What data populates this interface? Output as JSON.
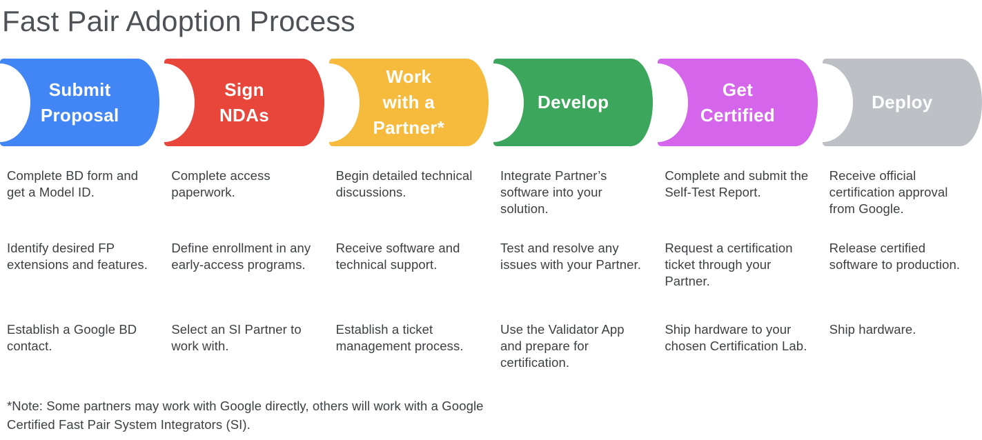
{
  "title": "Fast Pair Adoption Process",
  "footnote": "*Note: Some partners may work with Google directly, others will work with a Google Certified Fast Pair System Integrators (SI).",
  "stages": [
    {
      "id": "submit-proposal",
      "label": "Submit Proposal",
      "label_lines": [
        "Submit",
        "Proposal"
      ],
      "color": "#4285F4",
      "notes": [
        "Complete BD form and get a Model ID.",
        "Identify desired FP extensions and features.",
        "Establish a Google BD contact."
      ]
    },
    {
      "id": "sign-ndas",
      "label": "Sign NDAs",
      "label_lines": [
        "Sign",
        "NDAs"
      ],
      "color": "#E8463B",
      "notes": [
        "Complete access paperwork.",
        "Define enrollment in any early-access programs.",
        "Select an SI Partner to work with."
      ]
    },
    {
      "id": "work-with-a-partner",
      "label": "Work with a Partner*",
      "label_lines": [
        "Work",
        "with a",
        "Partner*"
      ],
      "color": "#F6BA3C",
      "notes": [
        "Begin detailed technical discussions.",
        "Receive software and technical support.",
        "Establish a ticket management process."
      ]
    },
    {
      "id": "develop",
      "label": "Develop",
      "label_lines": [
        "Develop"
      ],
      "color": "#3CA75C",
      "notes": [
        "Integrate Partner’s software into your solution.",
        "Test and resolve any issues with your Partner.",
        "Use the Validator App and prepare for certification."
      ]
    },
    {
      "id": "get-certified",
      "label": "Get Certified",
      "label_lines": [
        "Get",
        "Certified"
      ],
      "color": "#D566EB",
      "notes": [
        "Complete and submit the Self-Test Report.",
        "Request a certification ticket through your Partner.",
        "Ship hardware to your chosen Certification Lab."
      ]
    },
    {
      "id": "deploy",
      "label": "Deploy",
      "label_lines": [
        "Deploy"
      ],
      "color": "#BDC1C6",
      "notes": [
        "Receive official certification approval from Google.",
        "Release certified software to production.",
        "Ship hardware."
      ]
    }
  ]
}
